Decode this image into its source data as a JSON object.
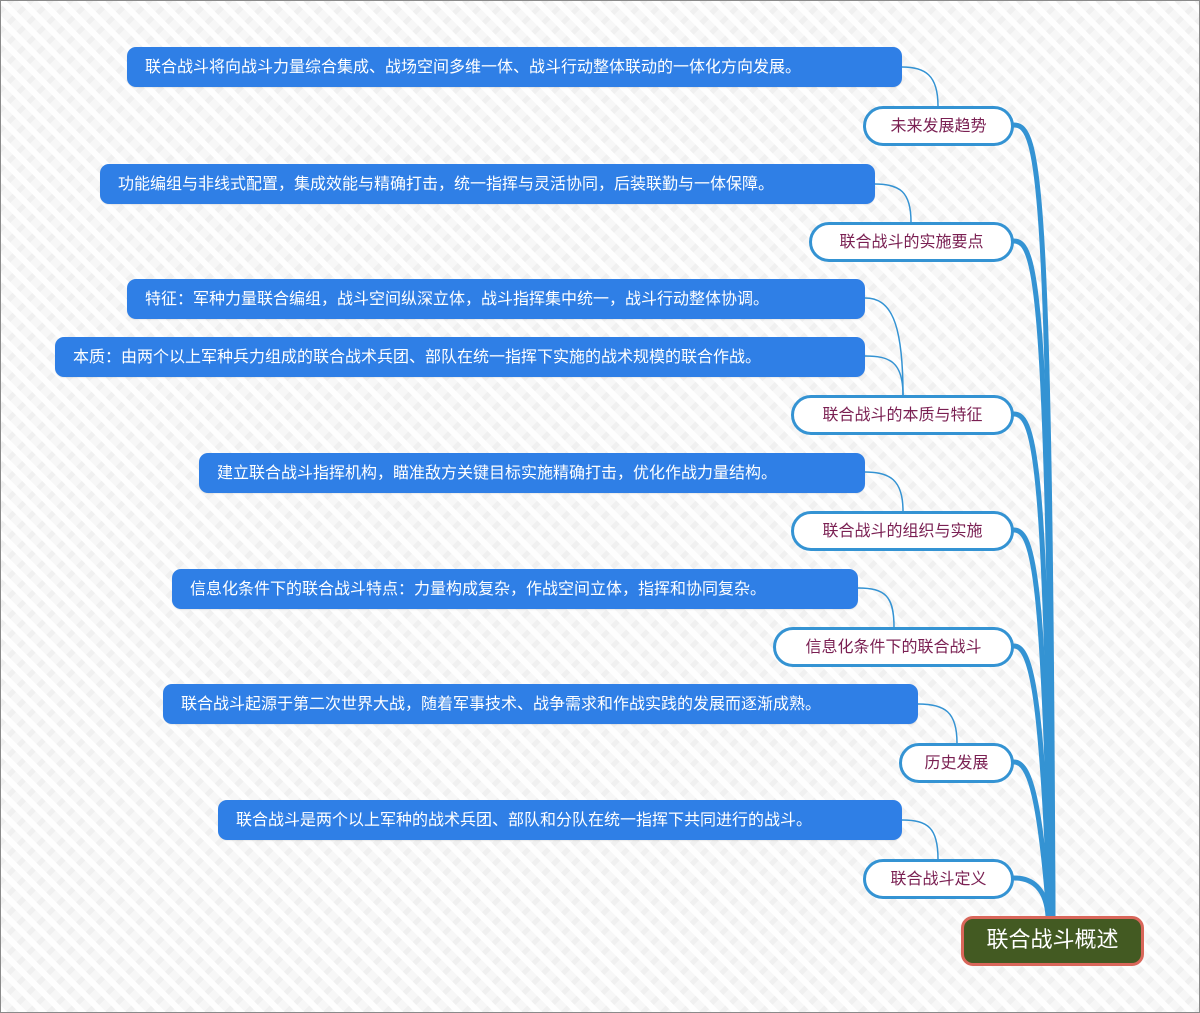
{
  "mindmap": {
    "root": {
      "label": "联合战斗概述"
    },
    "branches": [
      {
        "label": "未来发展趋势",
        "children": [
          "联合战斗将向战斗力量综合集成、战场空间多维一体、战斗行动整体联动的一体化方向发展。"
        ]
      },
      {
        "label": "联合战斗的实施要点",
        "children": [
          "功能编组与非线式配置，集成效能与精确打击，统一指挥与灵活协同，后装联勤与一体保障。"
        ]
      },
      {
        "label": "联合战斗的本质与特征",
        "children": [
          "特征：军种力量联合编组，战斗空间纵深立体，战斗指挥集中统一，战斗行动整体协调。",
          "本质：由两个以上军种兵力组成的联合战术兵团、部队在统一指挥下实施的战术规模的联合作战。"
        ]
      },
      {
        "label": "联合战斗的组织与实施",
        "children": [
          "建立联合战斗指挥机构，瞄准敌方关键目标实施精确打击，优化作战力量结构。"
        ]
      },
      {
        "label": "信息化条件下的联合战斗",
        "children": [
          "信息化条件下的联合战斗特点：力量构成复杂，作战空间立体，指挥和协同复杂。"
        ]
      },
      {
        "label": "历史发展",
        "children": [
          "联合战斗起源于第二次世界大战，随着军事技术、战争需求和作战实践的发展而逐渐成熟。"
        ]
      },
      {
        "label": "联合战斗定义",
        "children": [
          "联合战斗是两个以上军种的战术兵团、部队和分队在统一指挥下共同进行的战斗。"
        ]
      }
    ]
  },
  "colors": {
    "leaf_fill": "#2f7fe6",
    "topic_border": "#3493d3",
    "topic_text": "#7a1f52",
    "root_fill": "#435a22",
    "root_border": "#d9665a",
    "connector": "#3493d3"
  }
}
